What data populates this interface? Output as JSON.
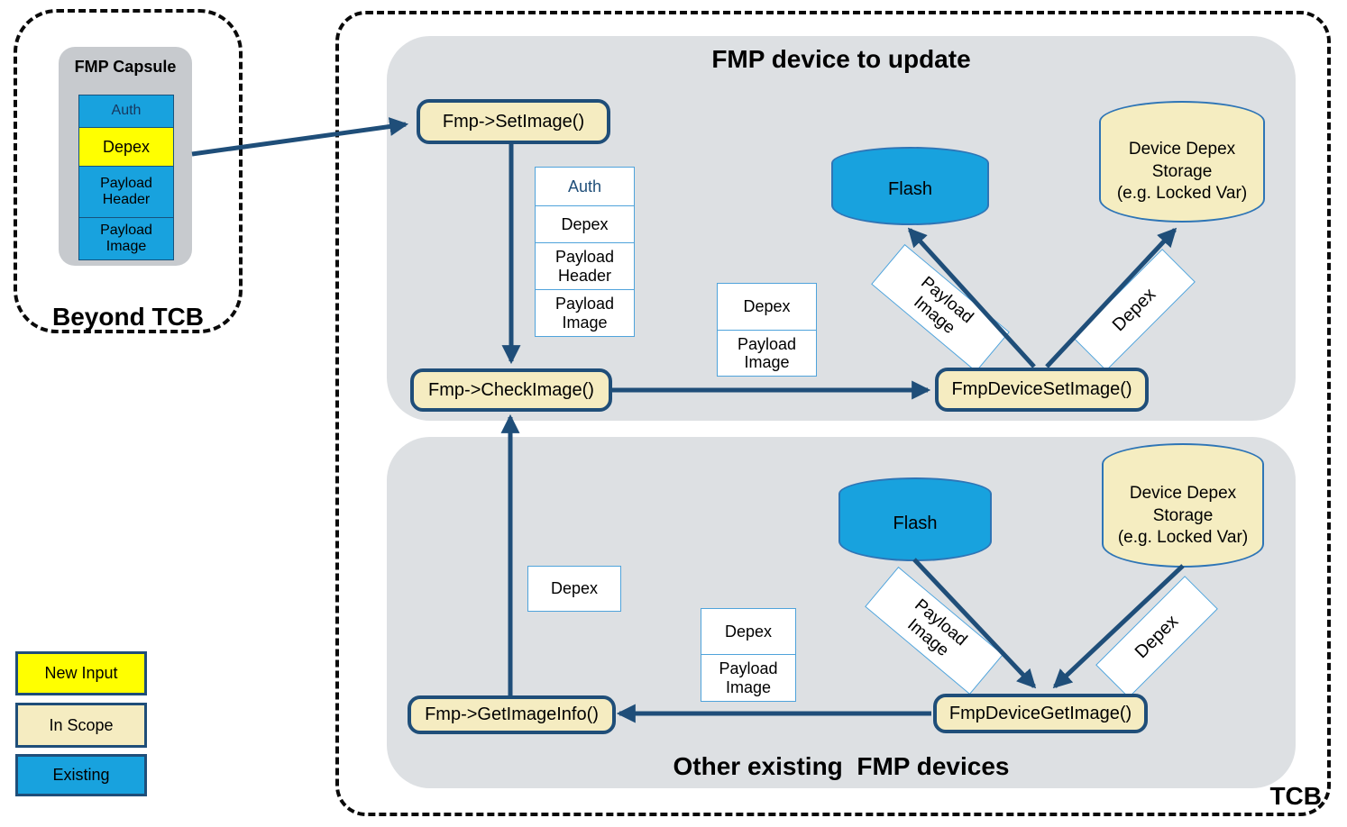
{
  "colors": {
    "new_input": "#FFFF00",
    "in_scope": "#F5ECC1",
    "existing": "#18A2DE",
    "arrow_dark_blue": "#1F4E79",
    "panel_gray": "#DDE0E3",
    "capsule_gray": "#C7CACE"
  },
  "beyond_tcb": {
    "label": "Beyond TCB",
    "capsule": {
      "title": "FMP Capsule",
      "cells": [
        {
          "label": "Auth"
        },
        {
          "label": "Depex"
        },
        {
          "label": "Payload Header"
        },
        {
          "label": "Payload Image"
        }
      ]
    }
  },
  "tcb": {
    "label": "TCB",
    "top_panel": {
      "title": "FMP device to update",
      "set_image_button": "Fmp->SetImage()",
      "check_image_button": "Fmp->CheckImage()",
      "device_set_image_button": "FmpDeviceSetImage()",
      "capsule_stack": [
        "Auth",
        "Depex",
        "Payload Header",
        "Payload Image"
      ],
      "param_stack": [
        "Depex",
        "Payload Image"
      ],
      "flash_label": "Flash",
      "storage_lines": [
        "Device Depex",
        "Storage",
        "(e.g. Locked Var)"
      ],
      "arrow_label_payload": "Payload Image",
      "arrow_label_depex": "Depex"
    },
    "bottom_panel": {
      "title": "Other existing  FMP devices",
      "get_image_info_button": "Fmp->GetImageInfo()",
      "device_get_image_button": "FmpDeviceGetImage()",
      "depex_box": "Depex",
      "param_stack": [
        "Depex",
        "Payload Image"
      ],
      "flash_label": "Flash",
      "storage_lines": [
        "Device Depex",
        "Storage",
        "(e.g. Locked Var)"
      ],
      "arrow_label_payload": "Payload Image",
      "arrow_label_depex": "Depex"
    }
  },
  "legend": {
    "items": [
      {
        "label": "New Input"
      },
      {
        "label": "In Scope"
      },
      {
        "label": "Existing"
      }
    ]
  }
}
